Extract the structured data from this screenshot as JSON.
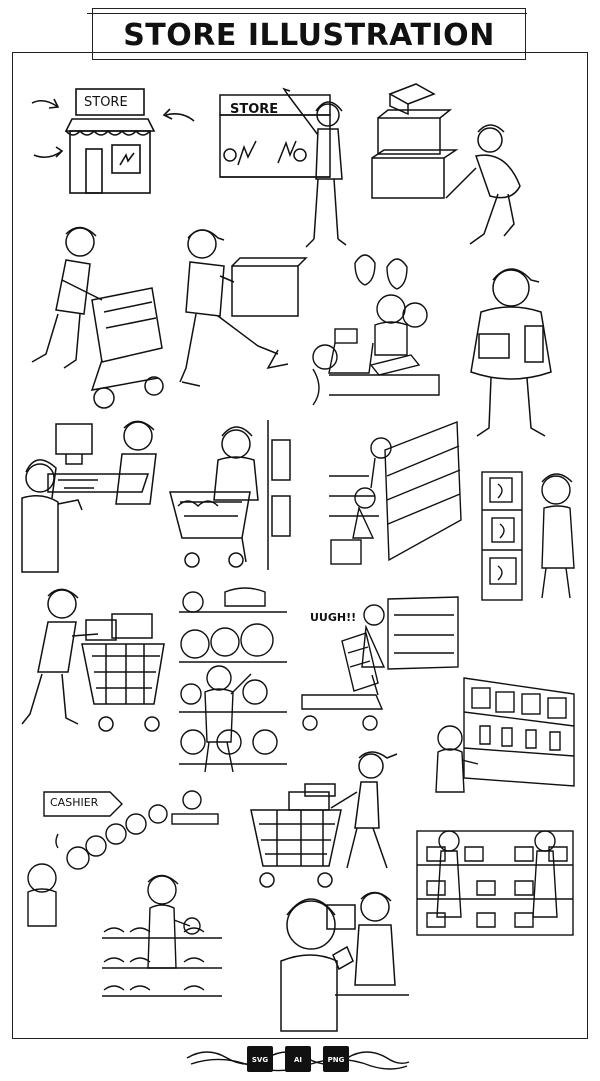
{
  "title": "STORE ILLUSTRATION",
  "signs": {
    "store_sign_1": "STORE",
    "store_sign_2": "STORE",
    "cashier_sign": "CASHIER",
    "exclamation": "UUGH!!"
  },
  "formats": [
    "SVG",
    "AI",
    "PNG"
  ],
  "colors": {
    "ink": "#111111",
    "background": "#ffffff"
  }
}
